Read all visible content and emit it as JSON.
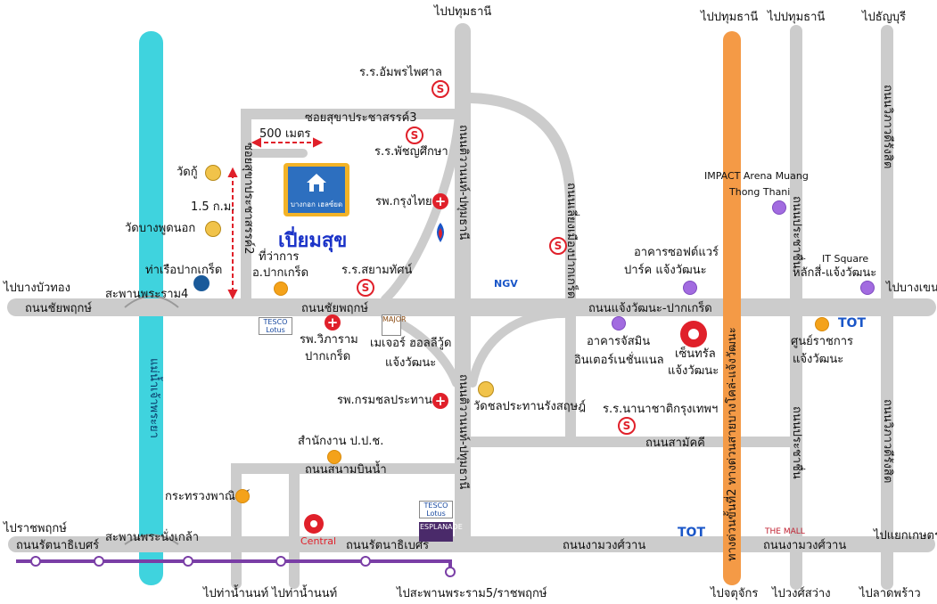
{
  "map": {
    "title": "เปี่ยมสุข",
    "project_badge": "บางกอก เฮลซ์ยด",
    "scale": {
      "horizontal": "500 เมตร",
      "vertical": "1.5 ก.ม."
    },
    "directions": {
      "to_pathum_center": "ไปปทุมธานี",
      "to_pathum_mid": "ไปปทุมธานี",
      "to_pathum_right": "ไปปทุมธานี",
      "to_thanyaburi": "ไปธัญบุรี",
      "to_bang_bua_thong": "ไปบางบัวทอง",
      "to_bang_khen": "ไปบางเขน",
      "to_ratchaphruek": "ไปราชพฤกษ์",
      "to_yaek_kaset": "ไปแยกเกษตร",
      "to_tha_nam_non_1": "ไปท่าน้ำนนท์",
      "to_tha_nam_non_2": "ไปท่าน้ำนนท์",
      "to_rama5": "ไปสะพานพระราม5/ราชพฤกษ์",
      "to_chatuchak": "ไปจตุจักร",
      "to_wong_sawang": "ไปวงศ์สว่าง",
      "to_lat_phrao": "ไปลาดพร้าว"
    },
    "roads": {
      "soi_sukha3": "ซอยสุขาประชาสรรค์3",
      "soi_sukha2": "ซอยสุขาประชาสรรค์2",
      "chaiyaphruek_left": "ถนนชัยพฤกษ์",
      "chaiyaphruek_mid": "ถนนชัยพฤกษ์",
      "tiwanon_upper": "ถนนติวานนท์-ปทุมธานี",
      "tiwanon_lower": "ถนนติวานนท์-ปทุมธานี",
      "lieng_mueang": "ถนนเลี่ยงเมืองปากเกร็ด",
      "chaengwattana": "ถนนแจ้งวัฒนะ-ปากเกร็ด",
      "samakkhi": "ถนนสามัคคี",
      "sanam_bin_nam": "ถนนสนามบินน้ำ",
      "rattanathibet_left": "ถนนรัตนาธิเบศร์",
      "rattanathibet_mid": "ถนนรัตนาธิเบศร์",
      "ngam_wong_wan_1": "ถนนงามวงศ์วาน",
      "ngam_wong_wan_2": "ถนนงามวงศ์วาน",
      "expressway": "ทางด่วนขั้นที่2 ทางด่วนสายบางโคล่-แจ้งวัฒนะ",
      "prachachuen_upper": "ถนนประชาชื่น",
      "prachachuen_lower": "ถนนประชาชื่น",
      "vibhavadi_upper": "ถนนวิภาวดีรังสิต",
      "vibhavadi_lower": "ถนนวิภาวดีรังสิต",
      "bridge_rama4": "สะพานพระราม4",
      "bridge_nonthaburi": "สะพานพระนั่งเกล้า",
      "river": "แม่น้ำเจ้าพระยา"
    },
    "places": {
      "wat_ku": "วัดกู้",
      "wat_bang_phut": "วัดบางพูดนอก",
      "pier": "ท่าเรือปากเกร็ด",
      "district_office_1": "ที่ว่าการ",
      "district_office_2": "อ.ปากเกร็ด",
      "school_amphorn": "ร.ร.อัมพรไพศาล",
      "school_phatchara": "ร.ร.พัชญศึกษา",
      "hospital_krungthai": "รพ.กรุงไทย",
      "school_siam": "ร.ร.สยามทัศน์",
      "hospital_vibharam_1": "รพ.วิภาราม",
      "hospital_vibharam_2": "ปากเกร็ด",
      "major_1": "เมเจอร์ ฮอลลีวู้ด",
      "major_2": "แจ้งวัฒนะ",
      "hospital_chon": "รพ.กรมชลประทาน",
      "wat_chon": "วัดชลประทานรังสฤษฎ์",
      "school_nana": "ร.ร.นานาชาติกรุงเทพฯ",
      "ocpb": "สำนักงาน ป.ป.ช.",
      "commerce": "กระทรวงพาณิชย์",
      "impact_1": "IMPACT Arena Muang",
      "impact_2": "Thong Thani",
      "software_park_1": "อาคารซอฟต์แวร์",
      "software_park_2": "ปาร์ค แจ้งวัฒนะ",
      "it_square_1": "IT Square",
      "it_square_2": "หลักสี่-แจ้งวัฒนะ",
      "jasmine_1": "อาคารจัสมิน",
      "jasmine_2": "อินเตอร์เนชั่นแนล",
      "central_cw_1": "เซ็นทรัล",
      "central_cw_2": "แจ้งวัฒนะ",
      "gov_center_1": "ศูนย์ราชการ",
      "gov_center_2": "แจ้งวัฒนะ"
    },
    "logos": {
      "tot": "TOT",
      "tot2": "TOT",
      "ntv": "NGV",
      "tesco_1": "TESCO Lotus",
      "tesco_2": "TESCO Lotus",
      "central": "Central",
      "esplanade": "ESPLANADE",
      "the_mall": "THE MALL",
      "major": "MAJOR"
    },
    "colors": {
      "road": "#cccccc",
      "river": "#3fd3de",
      "expressway": "#f49a46",
      "metro": "#7a3ea6",
      "title": "#1b33c8",
      "scale": "#e0202a",
      "pin_orange": "#f4a21a",
      "pin_purple": "#a26be0"
    }
  }
}
